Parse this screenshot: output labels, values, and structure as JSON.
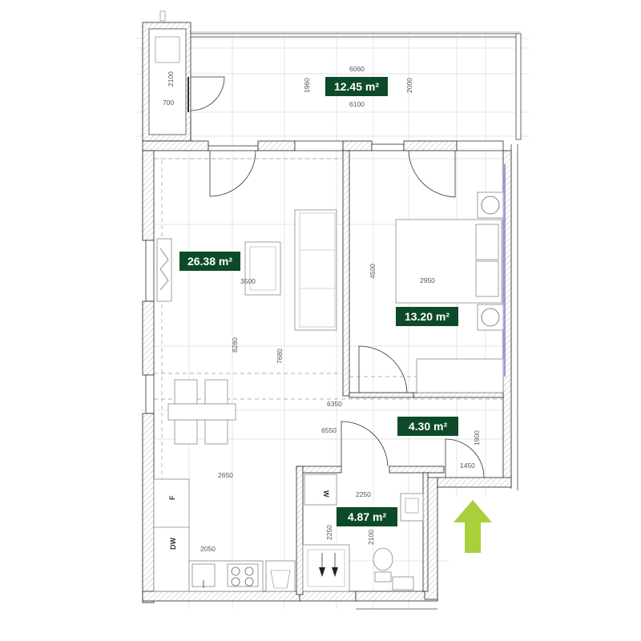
{
  "colors": {
    "area_badge": "#0d4a2a",
    "north_arrow": "#a9cf3a",
    "wall_line": "#222222",
    "accent_blue": "#3b3bd6"
  },
  "rooms": [
    {
      "id": "balcony",
      "area": "12.45 m²"
    },
    {
      "id": "living",
      "area": "26.38 m²"
    },
    {
      "id": "bedroom",
      "area": "13.20 m²"
    },
    {
      "id": "hall",
      "area": "4.30 m²"
    },
    {
      "id": "bathroom",
      "area": "4.87 m²"
    }
  ],
  "dimensions": {
    "d6060": "6060",
    "d6100": "6100",
    "d2100a": "2100",
    "d700": "700",
    "d1960": "1960",
    "d2000": "2000",
    "d3500": "3500",
    "d4500": "4500",
    "d2950": "2950",
    "d8280": "8280",
    "d7680": "7680",
    "d6350": "6350",
    "d6550": "6550",
    "d1900": "1900",
    "d1450": "1450",
    "d2650": "2650",
    "d2250a": "2250",
    "d2250b": "2250",
    "d2100b": "2100",
    "d2050": "2050"
  },
  "appliances": {
    "fridge": "F",
    "dishwasher": "DW",
    "washer": "W"
  },
  "icons": {
    "north": "north-arrow-icon"
  }
}
